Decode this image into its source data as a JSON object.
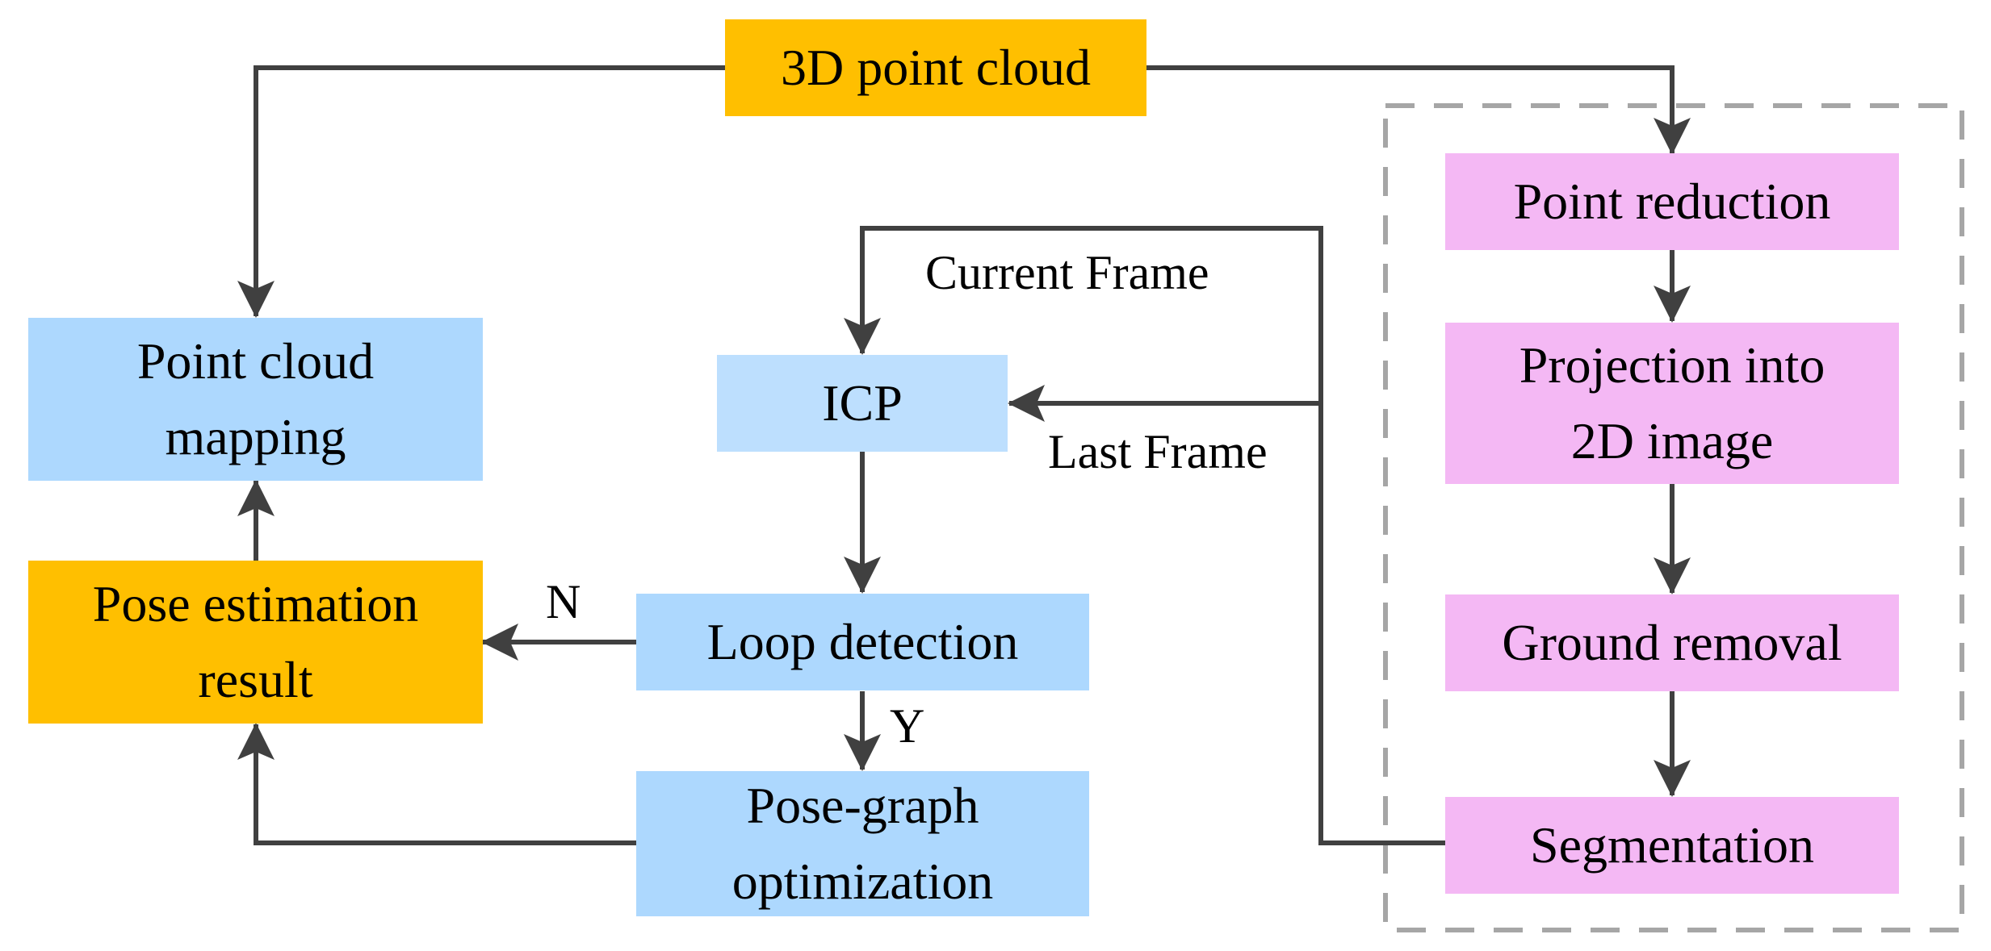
{
  "colors": {
    "orange": "#FFBF00",
    "blue": "#ADD8FE",
    "blue_light": "#BDDFFE",
    "pink": "#F4B8F4",
    "arrow": "#404040",
    "dashed_border": "#A6A6A6"
  },
  "nodes": {
    "point_cloud_3d": "3D point cloud",
    "point_cloud_mapping": "Point cloud\nmapping",
    "pose_estimation_result": "Pose estimation\nresult",
    "icp": "ICP",
    "loop_detection": "Loop detection",
    "pose_graph_optimization": "Pose-graph\noptimization",
    "point_reduction": "Point reduction",
    "projection_2d": "Projection into\n2D image",
    "ground_removal": "Ground removal",
    "segmentation": "Segmentation"
  },
  "edge_labels": {
    "current_frame": "Current Frame",
    "last_frame": "Last Frame",
    "no": "N",
    "yes": "Y"
  }
}
